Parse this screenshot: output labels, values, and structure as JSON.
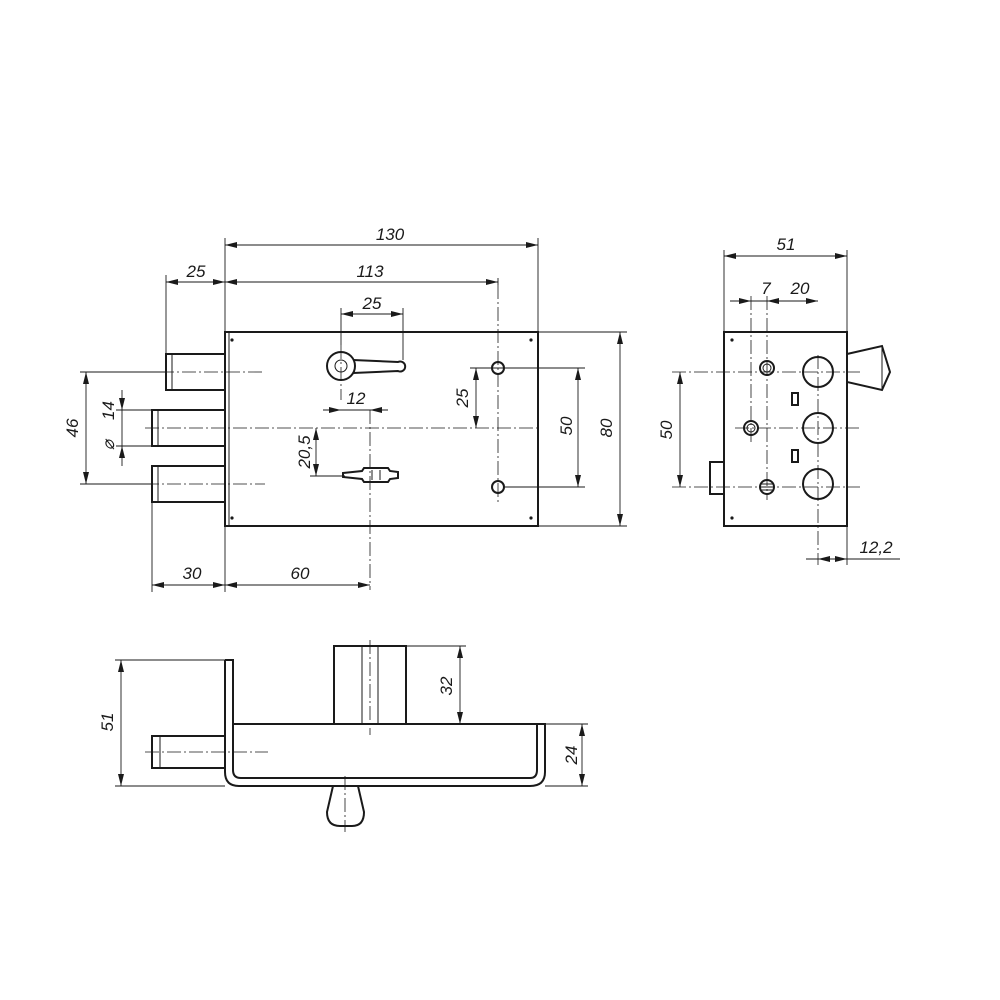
{
  "front_view": {
    "dims": {
      "overall_length": "130",
      "body_length": "113",
      "bolt_protrusion_top": "25",
      "key_spacing": "25",
      "keyhole_offset": "12",
      "keyhole_height": "20,5",
      "hole_spacing_small": "25",
      "hole_spacing": "50",
      "body_height": "80",
      "bolt_span": "46",
      "bolt_diameter": "14",
      "bolt_protrusion_bottom": "30",
      "backset": "60"
    },
    "diameter_symbol": "⌀"
  },
  "side_view": {
    "dims": {
      "depth": "51",
      "screw_offset": "7",
      "bolt_offset": "20",
      "bolt_spacing": "50",
      "knob_offset": "12,2"
    }
  },
  "top_view": {
    "dims": {
      "overall_depth": "51",
      "cylinder_height": "32",
      "case_thickness": "24"
    }
  }
}
